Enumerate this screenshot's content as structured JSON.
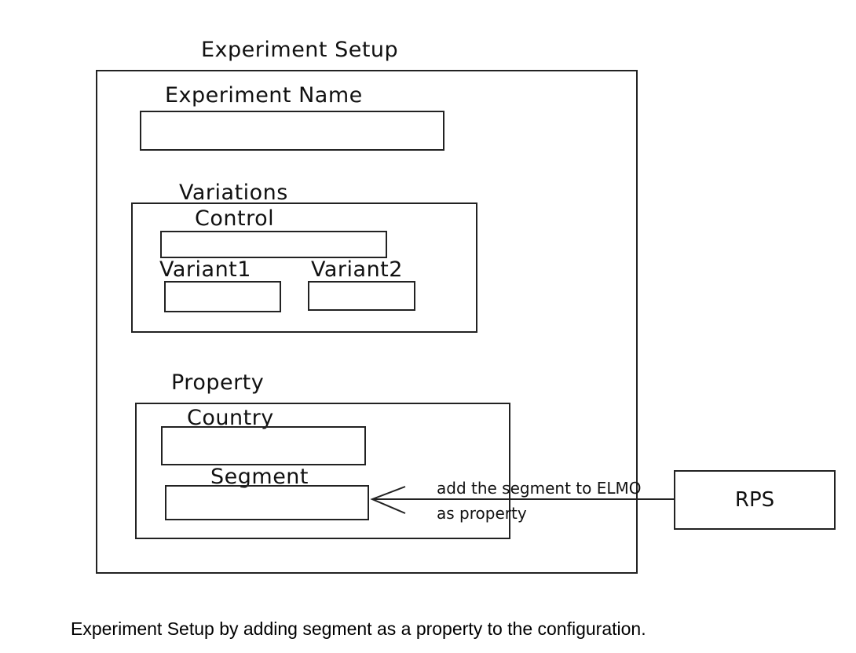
{
  "setup": {
    "title": "Experiment Setup",
    "experiment_name_label": "Experiment Name",
    "variations": {
      "label": "Variations",
      "control_label": "Control",
      "variant1_label": "Variant1",
      "variant2_label": "Variant2"
    },
    "property": {
      "label": "Property",
      "country_label": "Country",
      "segment_label": "Segment"
    }
  },
  "rps": {
    "label": "RPS"
  },
  "arrow": {
    "line1": "add the segment to ELMO",
    "line2": "as property"
  },
  "caption": "Experiment Setup by adding segment as a property to the configuration."
}
